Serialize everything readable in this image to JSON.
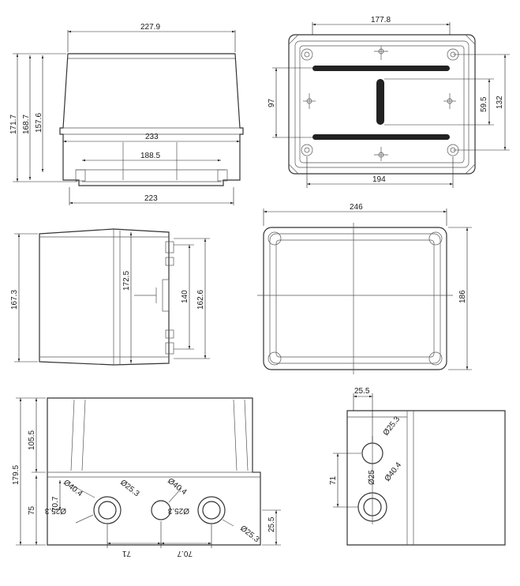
{
  "dimensions": {
    "top_left": {
      "width_top": "227.9",
      "width_mid": "233",
      "width_inner": "188.5",
      "width_bottom": "223",
      "h_total": "171.7",
      "h_body": "168.7",
      "h_inner": "157.6"
    },
    "top_right": {
      "width_top": "177.8",
      "h_left": "97",
      "h_right_inner": "59.5",
      "h_right": "132",
      "width_bottom": "194"
    },
    "mid_left": {
      "h_left": "167.3",
      "h_inner": "172.5",
      "h_mid": "140",
      "h_right": "162.6"
    },
    "mid_right": {
      "width": "246",
      "height": "186"
    },
    "bottom_left": {
      "h_total": "179.5",
      "h_upper": "105.5",
      "h_lower": "75",
      "h_hole": "70.7",
      "d_large_a": "Ø40.4",
      "d_small_a": "Ø25.3",
      "d_large_b": "Ø40.4",
      "d_small_b": "Ø25.3",
      "d_small_c": "Ø25.3",
      "d_small_d": "Ø25.3",
      "h_hole_low": "25.5",
      "spacing_a": "71",
      "spacing_b": "70.7"
    },
    "bottom_right": {
      "width_top": "25.5",
      "h_spacing": "71",
      "d_small": "Ø25.3",
      "d_small_inner": "Ø25",
      "d_large": "Ø40.4"
    }
  }
}
